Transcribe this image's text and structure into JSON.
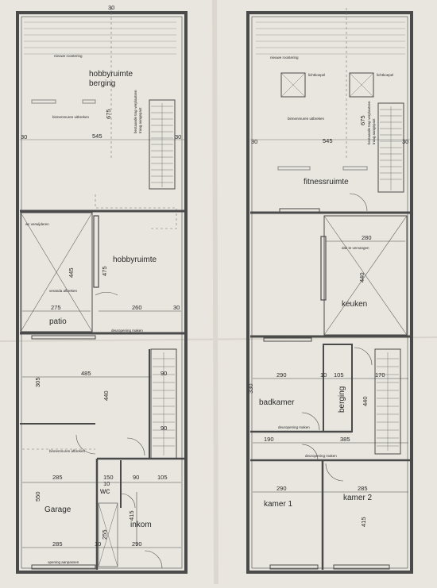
{
  "palette": {
    "paper": "#e9e6df",
    "ink": "#3a3a3a",
    "wall": "#4a4a4a"
  },
  "left_plan": {
    "rooms": {
      "hobby_berging_1": "hobbyruimte",
      "hobby_berging_2": "berging",
      "hobbyruimte": "hobbyruimte",
      "patio": "patio",
      "garage": "Garage",
      "wc": "wc",
      "inkom": "inkom"
    },
    "notes": {
      "nieuwe_roostering": "nieuwe roostering",
      "binnenmuren": "binnenmuren uitbreken",
      "trap_1": "bestaande trap verplaatsen",
      "trap_2": "traag aangepast",
      "wc_verwijderen": "wc verwijderen",
      "veranda": "veranda afbreken",
      "deuropening_1": "deuropening maken",
      "binnenmuren_afbreken": "binnenmuren afbreken",
      "opening_aanpassen": "opening aanpassen"
    },
    "dims": {
      "top_30": "30",
      "w545": "545",
      "h675": "675",
      "side30a": "30",
      "side30b": "30",
      "h445": "445",
      "h475": "475",
      "w275": "275",
      "w260": "260",
      "s30": "30",
      "w485": "485",
      "h305": "305",
      "h440": "440",
      "d90a": "90",
      "d90b": "90",
      "w285a": "285",
      "d150": "150",
      "d90c": "90",
      "d105": "105",
      "d10": "10",
      "h550": "550",
      "h415": "415",
      "h255": "255",
      "w285b": "285",
      "d10b": "10",
      "w290": "290"
    }
  },
  "right_plan": {
    "rooms": {
      "fitnessruimte": "fitnessruimte",
      "keuken": "keuken",
      "badkamer": "badkamer",
      "berging": "berging",
      "kamer1": "kamer 1",
      "kamer2": "kamer 2"
    },
    "notes": {
      "nieuwe_roostering": "nieuwe roostering",
      "lichtkoepel_1": "lichtkoepel",
      "lichtkoepel_2": "lichtkoepel",
      "binnenmuren": "binnenmuren uitbreken",
      "trap_1": "bestaande trap verplaatsen",
      "trap_2": "traag aangepast",
      "dak": "dak te vervangen",
      "deuropening_1": "deuropening maken",
      "deuropening_2": "deuropening maken"
    },
    "dims": {
      "side30a": "30",
      "w545": "545",
      "h675": "675",
      "side30b": "30",
      "w280": "280",
      "h440a": "440",
      "w290a": "290",
      "d10": "10",
      "w105": "105",
      "d170": "170",
      "h330": "330",
      "h440b": "440",
      "w190": "190",
      "w385": "385",
      "w290b": "290",
      "w285": "285",
      "h415": "415"
    }
  }
}
